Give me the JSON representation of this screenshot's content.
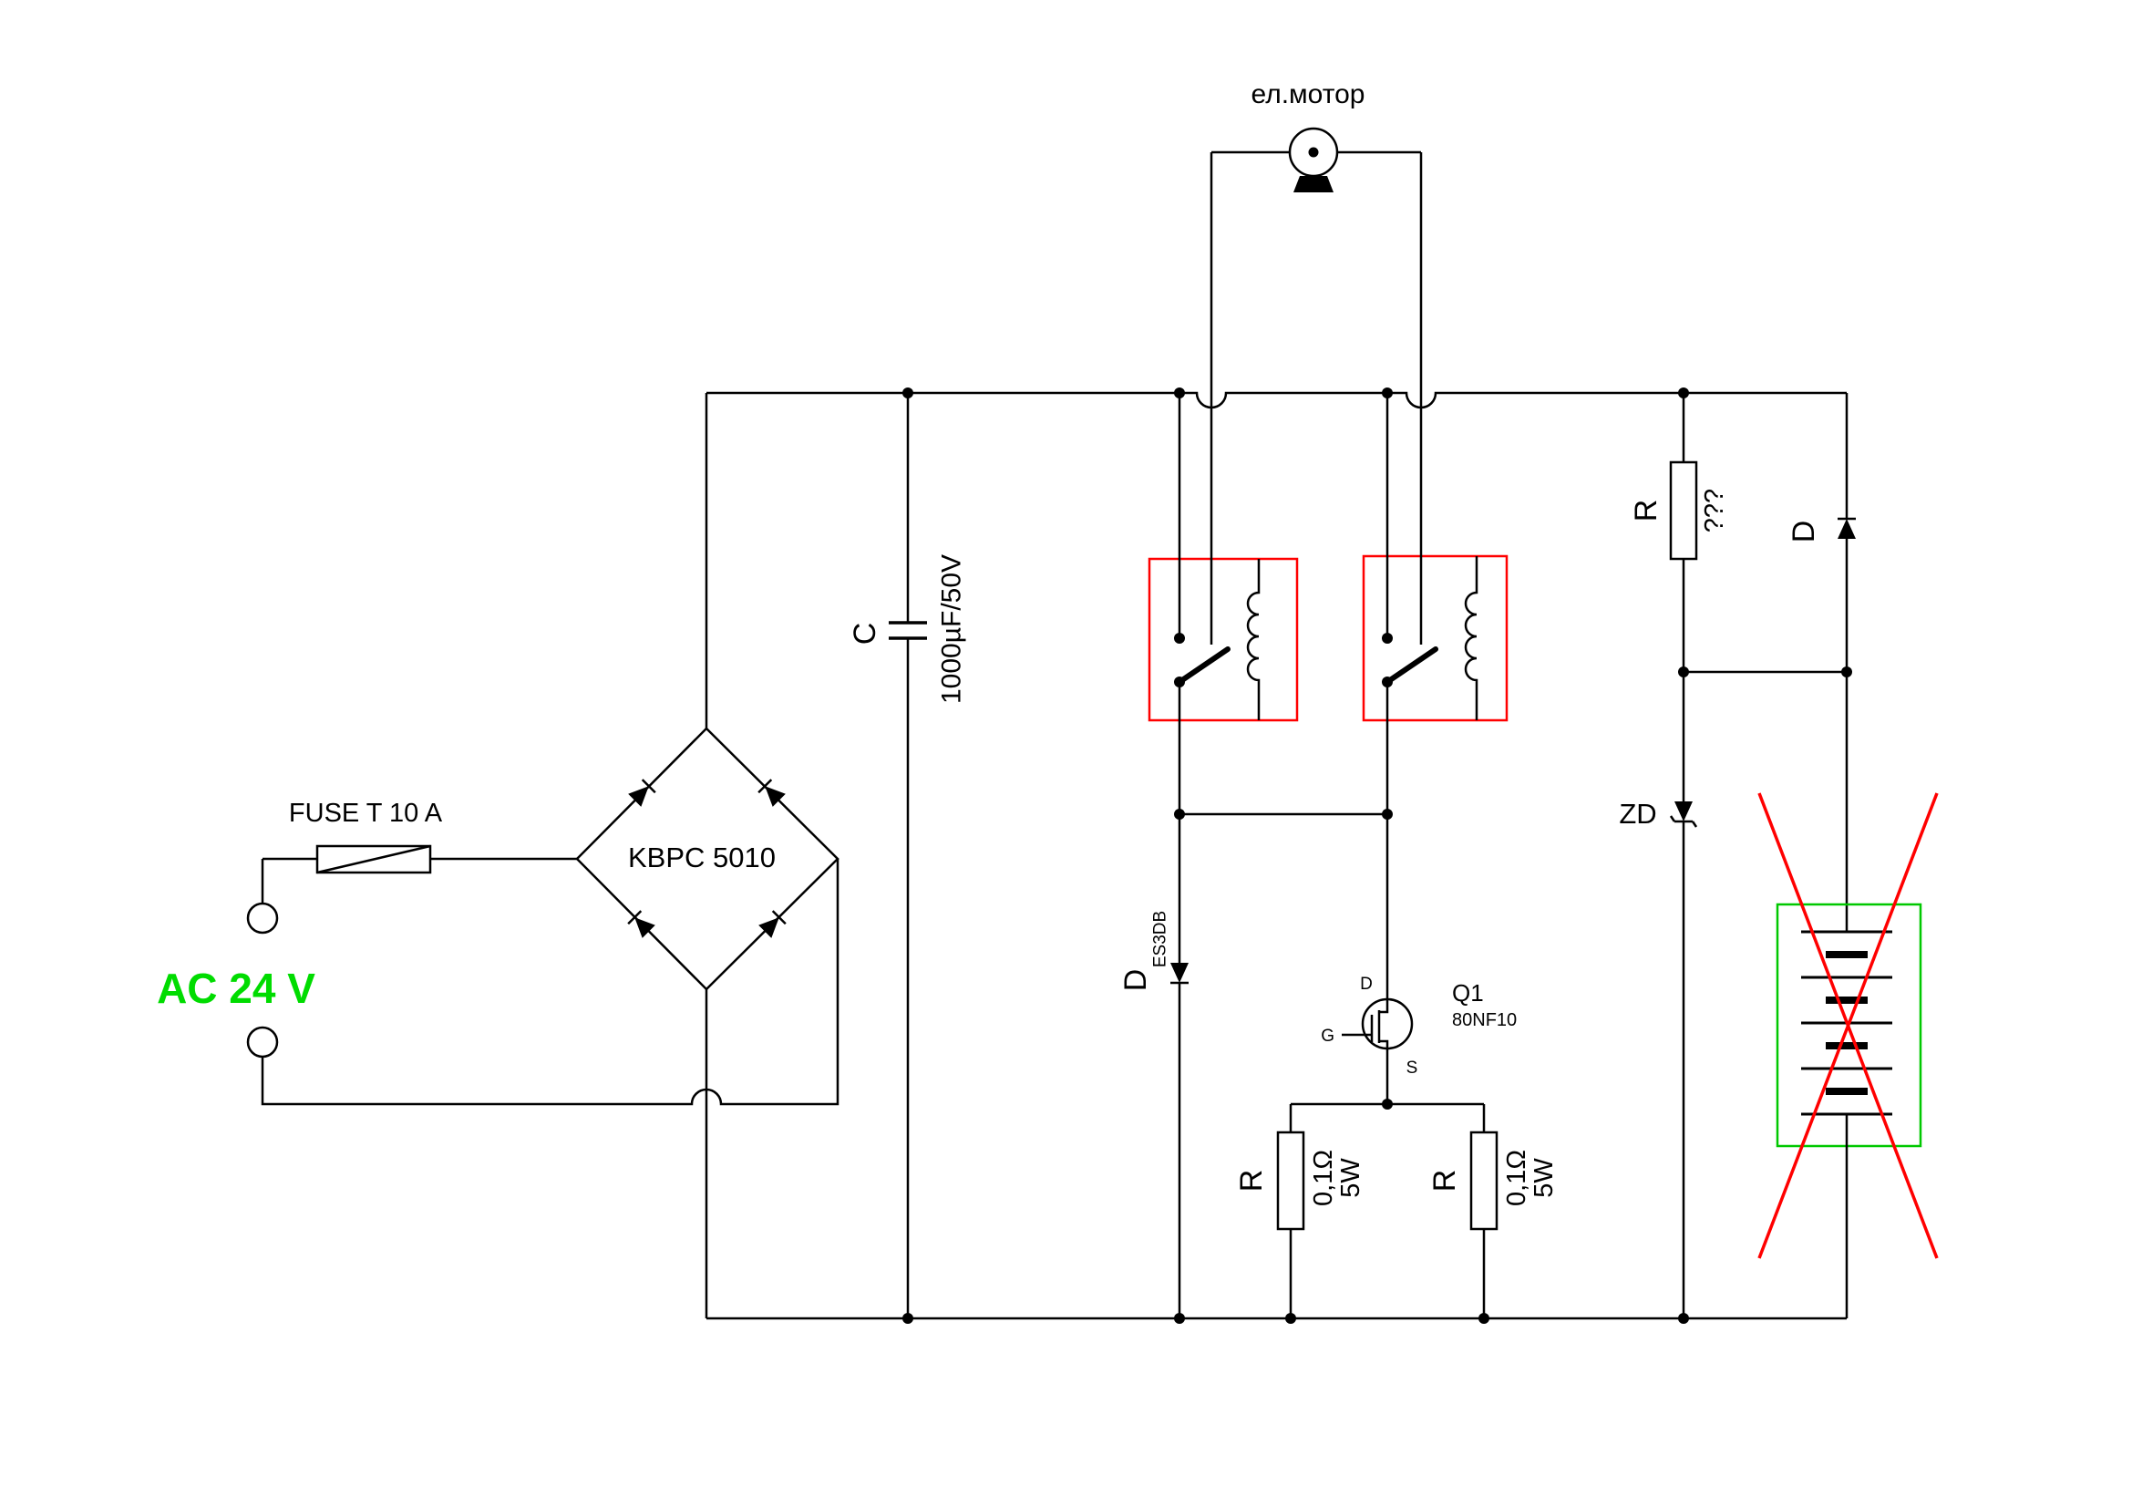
{
  "labels": {
    "motor": "ел.мотор",
    "ac_source": "AC 24 V",
    "fuse": "FUSE T 10 A",
    "bridge": "KBPC 5010"
  },
  "capacitor": {
    "ref": "C",
    "value": "1000µF/50V"
  },
  "flyback_diode": {
    "ref": "D",
    "part": "ES3DB"
  },
  "mosfet": {
    "ref": "Q1",
    "part": "80NF10",
    "pin_drain": "D",
    "pin_gate": "G",
    "pin_source": "S"
  },
  "shunt_resistor_1": {
    "ref": "R",
    "value": "0,1Ω",
    "power": "5W"
  },
  "shunt_resistor_2": {
    "ref": "R",
    "value": "0,1Ω",
    "power": "5W"
  },
  "unknown_resistor": {
    "ref": "R",
    "value": "???"
  },
  "right_diode": {
    "ref": "D"
  },
  "zener_diode": {
    "ref": "ZD"
  },
  "colors": {
    "wire": "#000000",
    "ac_text": "#00dc00",
    "relay_frame": "#ff0000",
    "battery_frame": "#00c800",
    "cross_out": "#ff0000"
  }
}
